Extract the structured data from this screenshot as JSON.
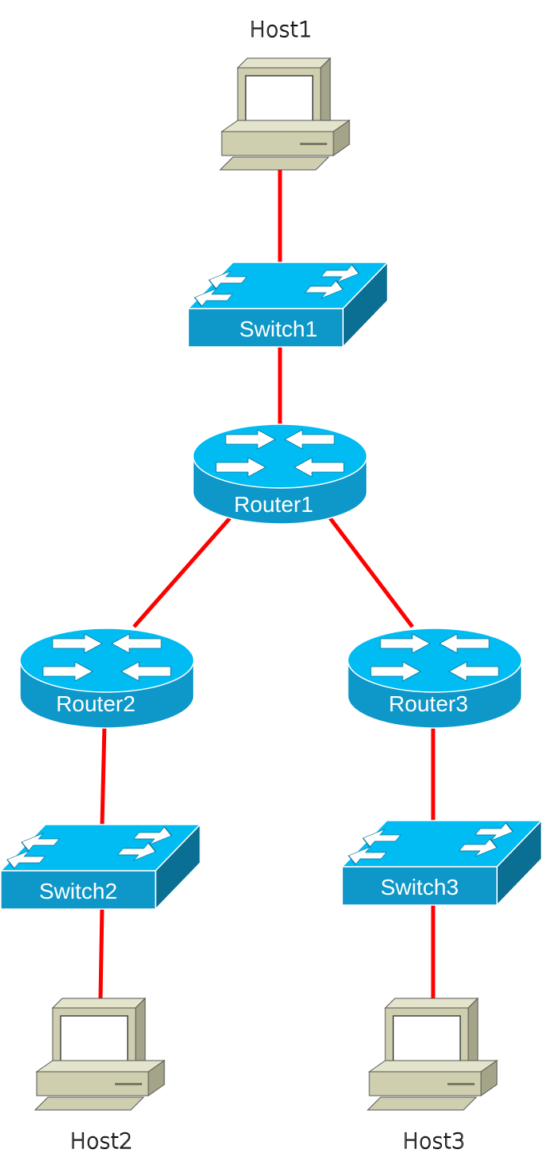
{
  "diagram": {
    "nodes": [
      {
        "id": "host1",
        "type": "host",
        "label": "Host1"
      },
      {
        "id": "switch1",
        "type": "switch",
        "label": "Switch1"
      },
      {
        "id": "router1",
        "type": "router",
        "label": "Router1"
      },
      {
        "id": "router2",
        "type": "router",
        "label": "Router2"
      },
      {
        "id": "router3",
        "type": "router",
        "label": "Router3"
      },
      {
        "id": "switch2",
        "type": "switch",
        "label": "Switch2"
      },
      {
        "id": "switch3",
        "type": "switch",
        "label": "Switch3"
      },
      {
        "id": "host2",
        "type": "host",
        "label": "Host2"
      },
      {
        "id": "host3",
        "type": "host",
        "label": "Host3"
      }
    ],
    "links": [
      {
        "from": "host1",
        "to": "switch1"
      },
      {
        "from": "switch1",
        "to": "router1"
      },
      {
        "from": "router1",
        "to": "router2"
      },
      {
        "from": "router1",
        "to": "router3"
      },
      {
        "from": "router2",
        "to": "switch2"
      },
      {
        "from": "switch2",
        "to": "host2"
      },
      {
        "from": "router3",
        "to": "switch3"
      },
      {
        "from": "switch3",
        "to": "host3"
      }
    ],
    "colors": {
      "link": "#ff0000",
      "device_top": "#00bcf2",
      "device_front": "#0e97c9",
      "device_side": "#0a6f93",
      "host_body": "#cfcfb0",
      "host_shade": "#a4a488",
      "host_dark": "#7a7a64",
      "label": "#ffffff"
    }
  }
}
